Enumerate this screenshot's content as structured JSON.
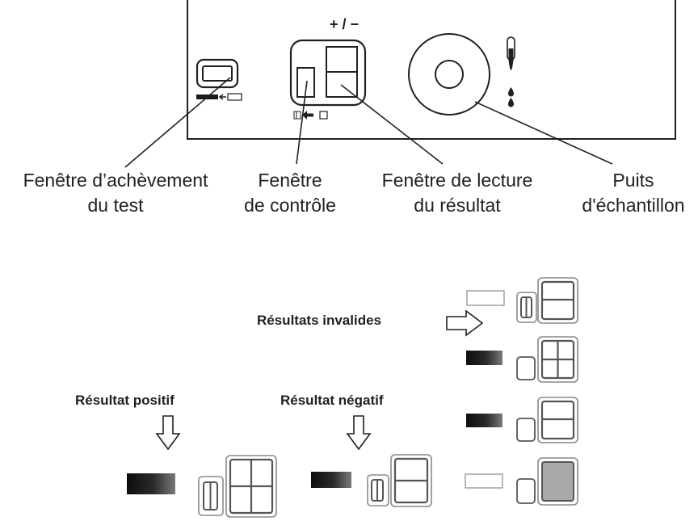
{
  "device": {
    "sign_label": "+ / −"
  },
  "callouts": {
    "completion_window": {
      "line1": "Fenêtre d’achèvement",
      "line2": "du test"
    },
    "control_window": {
      "line1": "Fenêtre",
      "line2": "de contrôle"
    },
    "result_window": {
      "line1": "Fenêtre de lecture",
      "line2": "du résultat"
    },
    "sample_well": {
      "line1": "Puits",
      "line2": "d'échantillon"
    }
  },
  "results": {
    "invalid": "Résultats invalides",
    "positive": "Résultat positif",
    "negative": "Résultat négatif"
  },
  "colors": {
    "device_outline": "#231f20",
    "dark_fill": "#1a1a1a",
    "window_outline": "#888888",
    "gray_fill": "#a8a8a8"
  }
}
